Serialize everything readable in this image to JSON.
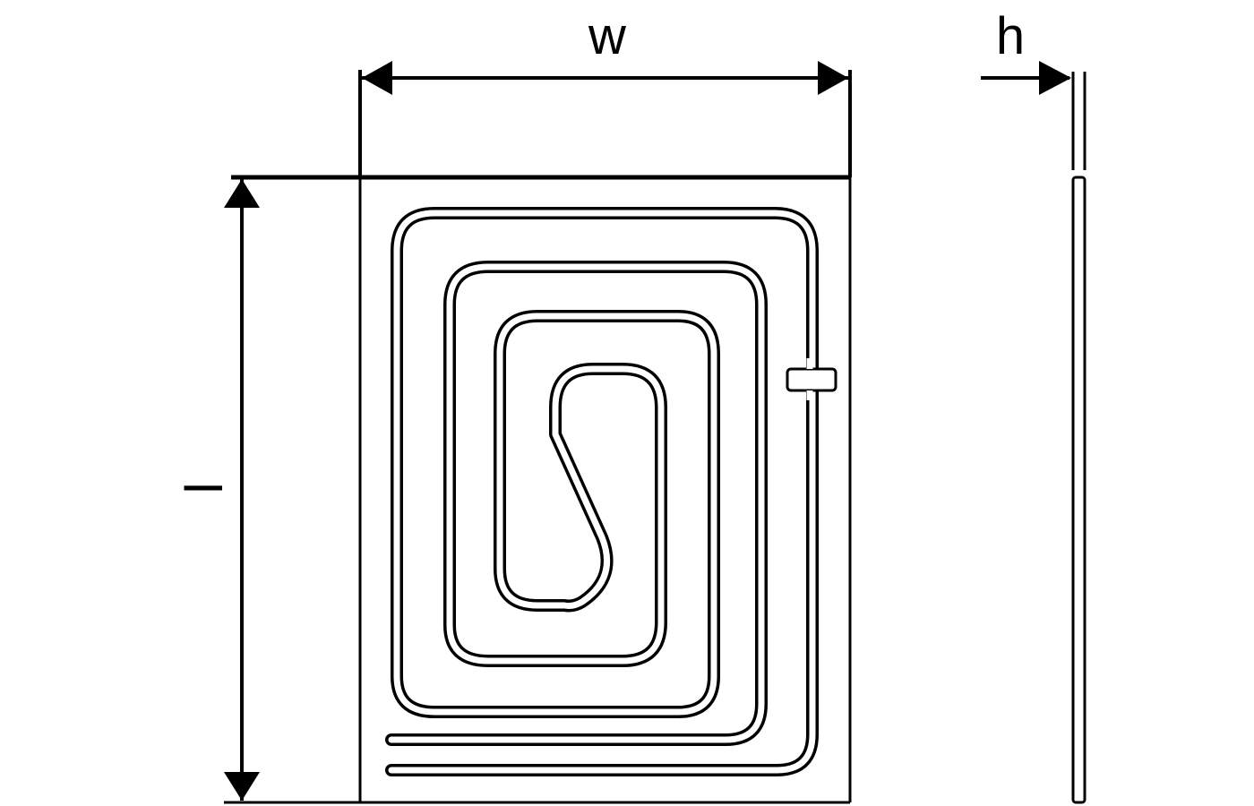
{
  "diagram": {
    "labels": {
      "width": "w",
      "height": "h",
      "length": "l"
    },
    "colors": {
      "line": "#000000",
      "background": "#ffffff"
    }
  }
}
